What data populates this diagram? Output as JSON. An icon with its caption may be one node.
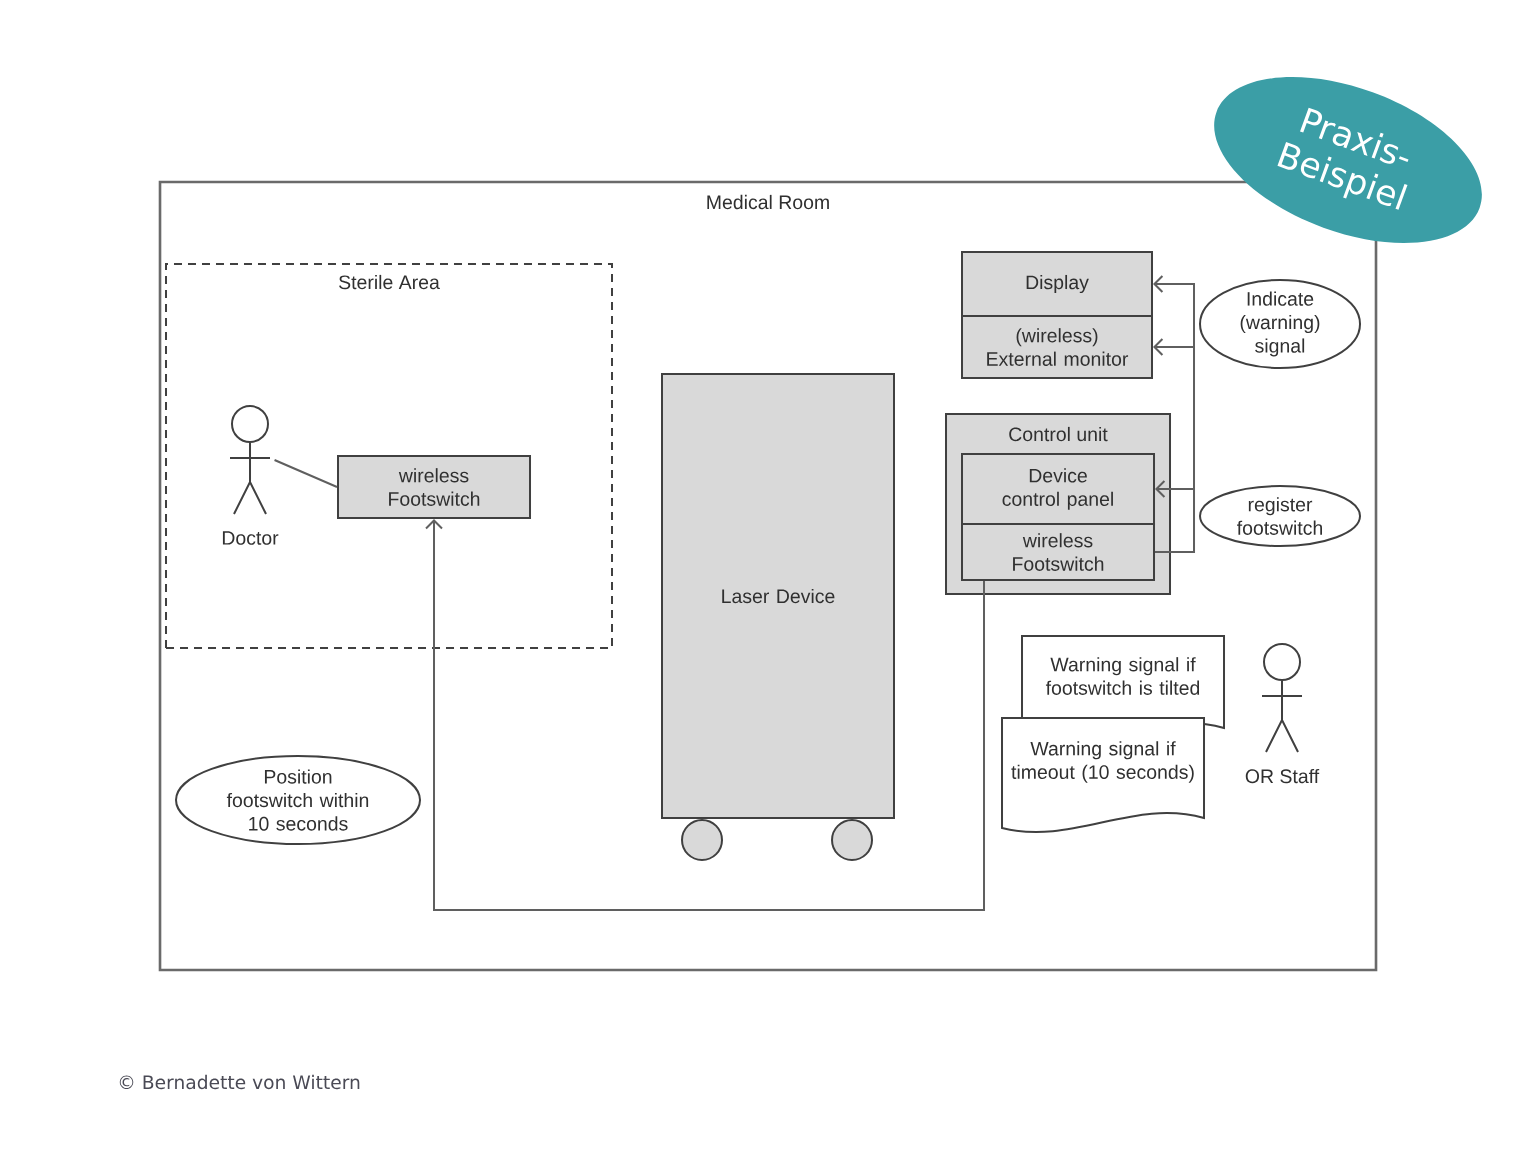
{
  "diagram": {
    "nodes": [
      {
        "text": [
          "Medical Room"
        ]
      },
      {
        "text": [
          "Sterile Area"
        ],
        "in": 0
      },
      {
        "text": [
          "Doctor"
        ],
        "in": 1
      },
      {
        "text": [
          "wireless Footswitch"
        ],
        "in": 1
      },
      {
        "text": [
          "Laser Device"
        ],
        "in": 0
      },
      {
        "text": [
          "Display"
        ],
        "in": 0
      },
      {
        "text": [
          "(wireless) External monitor"
        ],
        "in": 0
      },
      {
        "text": [
          "Control unit"
        ],
        "in": 0
      },
      {
        "text": [
          "Device control panel"
        ],
        "in": 7
      },
      {
        "text": [
          "wireless Footswitch"
        ],
        "in": 7
      },
      {
        "text": [
          "Indicate (warning) signal"
        ],
        "in": 0
      },
      {
        "text": [
          "register footswitch"
        ],
        "in": 0
      },
      {
        "text": [
          "Warning signal if footswitch is tilted"
        ],
        "in": 0
      },
      {
        "text": [
          "Warning signal if timeout (10 seconds)"
        ],
        "in": 0
      },
      {
        "text": [
          "OR Staff"
        ],
        "in": 0
      },
      {
        "text": [
          "Position footswitch within 10 seconds"
        ],
        "in": 0
      },
      {
        "text": [
          "Praxis- Beispiel"
        ]
      }
    ],
    "edges": [
      {
        "from": 2,
        "to": 3,
        "arrow": "none"
      },
      {
        "from": 9,
        "to": 3,
        "arrow": "to"
      },
      {
        "from": 9,
        "to": 5,
        "arrow": "to"
      },
      {
        "from": 9,
        "to": 6,
        "arrow": "to"
      },
      {
        "from": 9,
        "to": 8,
        "arrow": "to"
      }
    ],
    "labels": [
      "© Bernadette von Wittern"
    ]
  }
}
